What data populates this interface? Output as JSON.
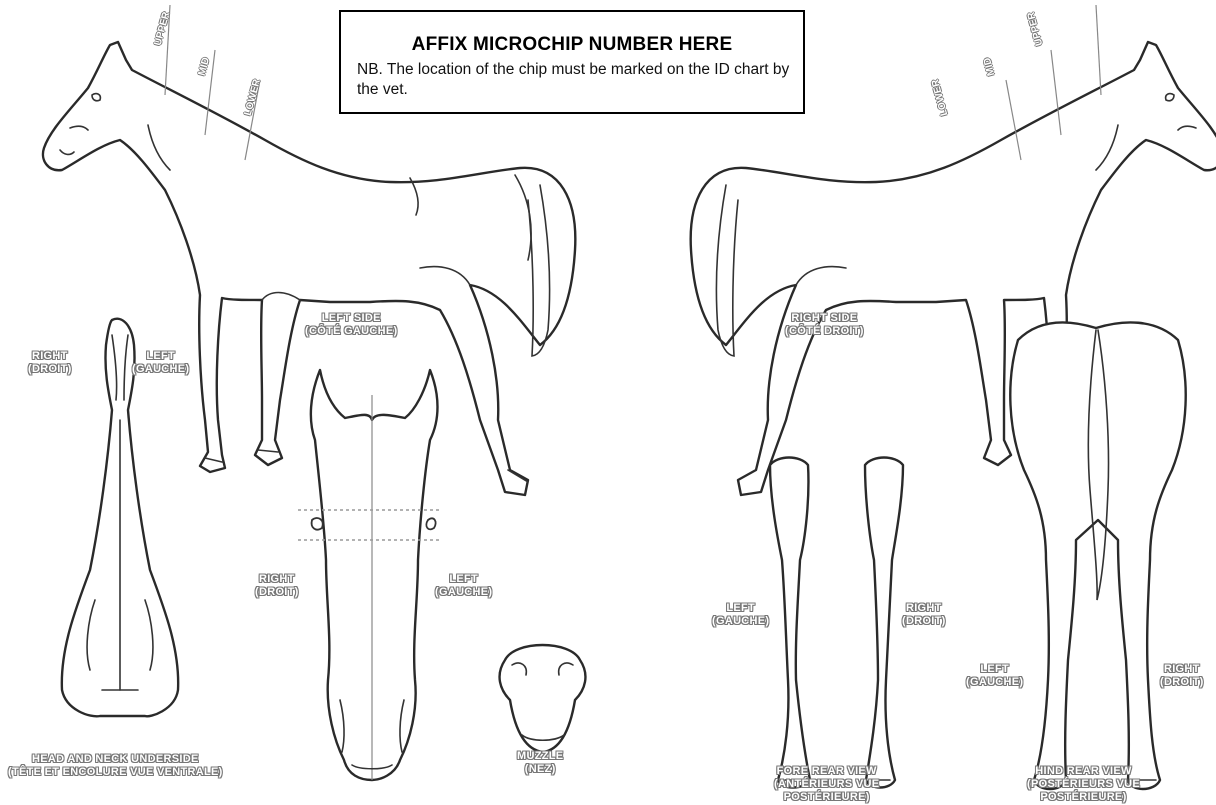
{
  "chip_box": {
    "title": "AFFIX MICROCHIP NUMBER HERE",
    "note": "NB. The location of the chip must be marked on the ID chart by the vet."
  },
  "labels": {
    "left_side": [
      "LEFT SIDE",
      "(CÔTÉ GAUCHE)"
    ],
    "right_side": [
      "RIGHT SIDE",
      "(CÔTÉ DROIT)"
    ],
    "underneck_right": [
      "RIGHT",
      "(DROIT)"
    ],
    "underneck_left": [
      "LEFT",
      "(GAUCHE)"
    ],
    "head_right": [
      "RIGHT",
      "(DROIT)"
    ],
    "head_left": [
      "LEFT",
      "(GAUCHE)"
    ],
    "fore_left": [
      "LEFT",
      "(GAUCHE)"
    ],
    "fore_right": [
      "RIGHT",
      "(DROIT)"
    ],
    "hind_left": [
      "LEFT",
      "(GAUCHE)"
    ],
    "hind_right": [
      "RIGHT",
      "(DROIT)"
    ],
    "underneck_caption": [
      "HEAD AND NECK UNDERSIDE",
      "(TÊTE ET ENCOLURE VUE VENTRALE)"
    ],
    "muzzle_caption": [
      "MUZZLE",
      "(NEZ)"
    ],
    "fore_caption": [
      "FORE REAR VIEW",
      "(ANTÉRIEURS VUE",
      "POSTÉRIEURE)"
    ],
    "hind_caption": [
      "HIND REAR VIEW",
      "(POSTÉRIEURS VUE",
      "POSTÉRIEURE)"
    ],
    "neck_left": [
      "UPPER",
      "MID",
      "LOWER"
    ],
    "neck_right": [
      "LOWER",
      "MID",
      "UPPER"
    ]
  }
}
